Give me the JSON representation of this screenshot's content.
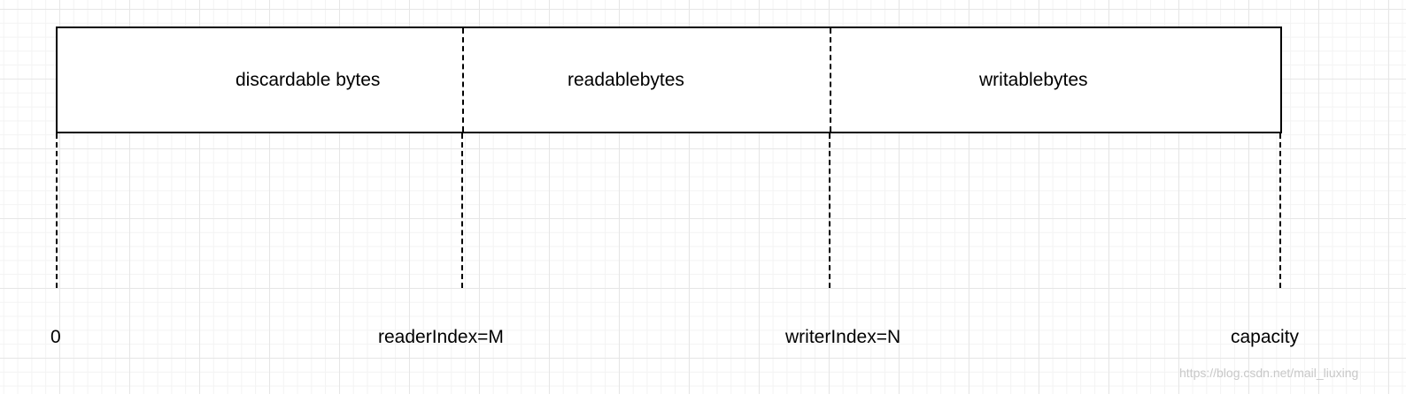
{
  "segments": {
    "discardable": "discardable bytes",
    "readable": "readablebytes",
    "writable": "writablebytes"
  },
  "indices": {
    "zero": "0",
    "reader": "readerIndex=M",
    "writer": "writerIndex=N",
    "capacity": "capacity"
  },
  "watermark": "https://blog.csdn.net/mail_liuxing",
  "colors": {
    "stroke": "#000000",
    "grid": "#e6e6e6",
    "watermark": "#c8c8c8"
  }
}
